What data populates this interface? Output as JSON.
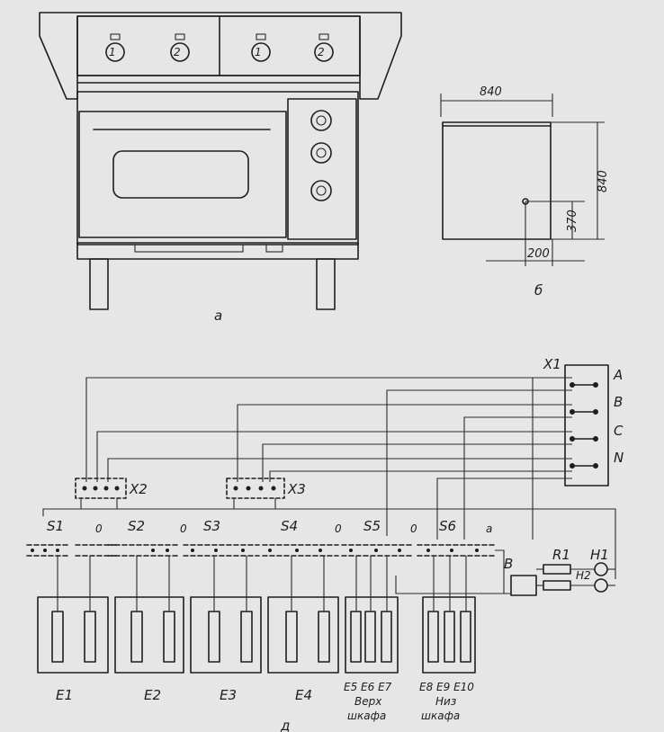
{
  "figure_labels": {
    "a": "а",
    "b": "б",
    "c": "д"
  },
  "dimensions": {
    "width": "840",
    "depth": "840",
    "height": "370",
    "offset": "200"
  },
  "terminal_block": {
    "label": "X1",
    "phases": [
      "A",
      "B",
      "C",
      "N"
    ]
  },
  "connectors": [
    "X2",
    "X3"
  ],
  "switches": [
    "S1",
    "S2",
    "S3",
    "S4",
    "S5",
    "S6"
  ],
  "switch_positions": [
    "0",
    "0",
    "0",
    "a"
  ],
  "indicator": {
    "resistor": "R1",
    "lamp": "H1",
    "lamp2": "H2",
    "switch": "B"
  },
  "heaters": [
    "E1",
    "E2",
    "E3",
    "E4",
    "E5 E6 E7",
    "E8 E9 E10"
  ],
  "heater_captions": {
    "upper_line1": "Верх",
    "upper_line2": "шкафа",
    "lower_line1": "Низ",
    "lower_line2": "шкафа"
  },
  "colors": {
    "ink": "#1e1e1e",
    "paper": "#e6e6e6",
    "fill": "#d2d2d2"
  }
}
